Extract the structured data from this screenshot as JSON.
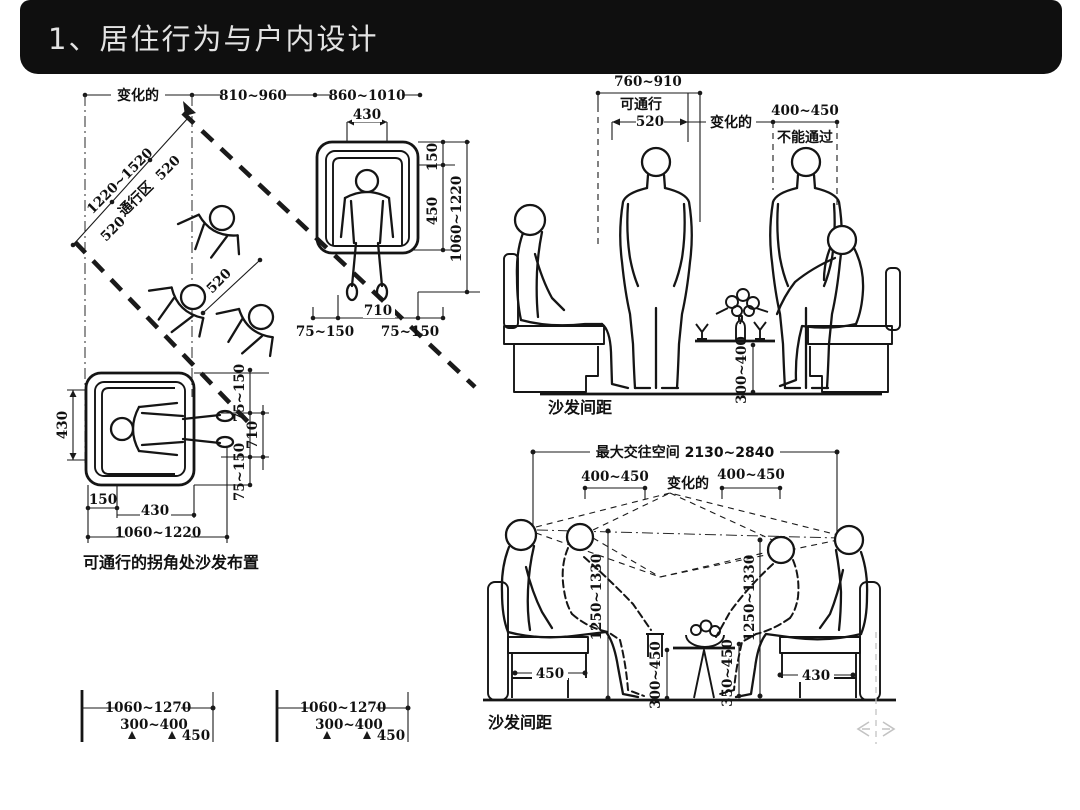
{
  "slide": {
    "title": "1、居住行为与户内设计"
  },
  "colors": {
    "header_bg": "#0f0f0f",
    "header_text": "#e3e3e3",
    "ink": "#1a1a1a",
    "paper": "#ffffff",
    "watermark": "#c3c3c3"
  },
  "plan_top": {
    "dim_variable": "变化的",
    "dim_span_left": "810~960",
    "dim_span_right": "860~1010",
    "dim_seat_width": "430",
    "dim_back": "150",
    "dim_seat_depth": "450",
    "dim_total_depth": "1060~1220",
    "dim_chair_width": "710",
    "dim_gap_left": "75~150",
    "dim_gap_right": "75~150",
    "dim_walkway": "1220~1520",
    "walkway_label": "通行区",
    "dim_520_upper": "520",
    "dim_520_lower": "520",
    "dim_520_third": "520"
  },
  "plan_corner": {
    "dim_seat_width": "430",
    "dim_back": "150",
    "dim_seat": "430",
    "dim_total": "1060~1220",
    "dim_gap_top": "75~150",
    "dim_chair": "710",
    "dim_gap_bottom": "75~150",
    "caption": "可通行的拐角处沙发布置"
  },
  "floor_dims_left": {
    "overall": "1060~1270",
    "inner": "300~400",
    "end": "450"
  },
  "floor_dims_right": {
    "overall": "1060~1270",
    "inner": "300~400",
    "end": "450"
  },
  "sofa_clearance": {
    "dim_passage": "760~910",
    "passable": "可通行",
    "dim_520": "520",
    "variable": "变化的",
    "dim_400_450": "400~450",
    "not_passable": "不能通过",
    "dim_table_height": "300~400",
    "caption": "沙发间距"
  },
  "social_space": {
    "dim_max": "最大交往空间 2130~2840",
    "dim_left": "400~450",
    "variable": "变化的",
    "dim_right": "400~450",
    "dim_sight_left": "1250~1330",
    "dim_sight_right": "1250~1330",
    "dim_seat_left": "450",
    "dim_table_low": "300~450",
    "dim_table_high": "350~450",
    "dim_seat_right": "430",
    "caption": "沙发间距"
  }
}
